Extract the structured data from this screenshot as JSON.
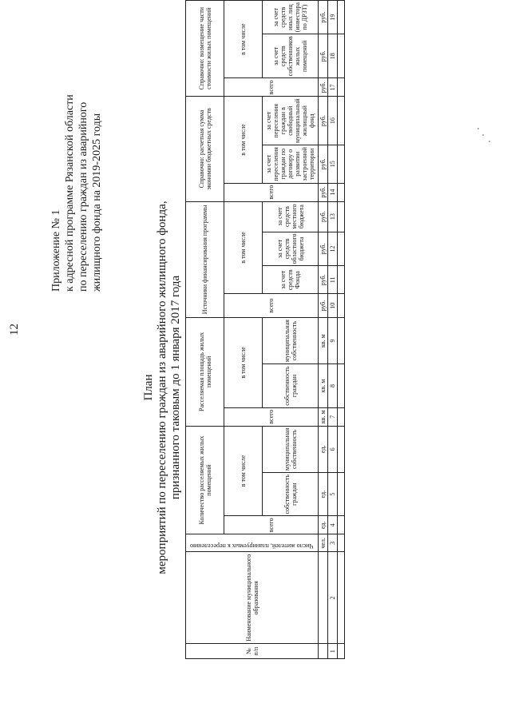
{
  "page_number": "12",
  "appendix": {
    "line1": "Приложение № 1",
    "line2": "к адресной программе Рязанской области",
    "line3": "по переселению граждан из аварийного",
    "line4": "жилищного фонда на 2019-2025 годы"
  },
  "plan": {
    "title": "План",
    "line1": "мероприятий по переселению граждан из аварийного жилищного фонда,",
    "line2": "признанного таковым до 1 января 2017 года"
  },
  "table": {
    "col_num": "№ п/п",
    "col_name": "Наименование муниципального образования",
    "col_residents": "Число жителей, планируемых к переселению",
    "group_count": "Количество расселяемых жилых помещений",
    "group_area": "Расселяемая площадь жилых помещений",
    "group_sources": "Источники финансирования программы",
    "group_budget": "Справочно: расчетная сумма экономии бюджетных средств",
    "group_excess": "Справочно: возмещение части стоимости жилых помещений",
    "total": "всего",
    "including": "в том числе",
    "owner_citizens": "собственность граждан",
    "municipal": "муниципальная собственность",
    "fund": "за счет средств Фонда",
    "regional": "за счет средств областного бюджета",
    "local": "за счет средств местного бюджета",
    "budget_dev": "за счет переселения граждан по договору о развитии застроенной территории",
    "budget_free": "за счет переселения граждан в свободный муниципальный жилищный фонд",
    "excess_own": "за счет средств собственников жилых помещений",
    "excess_other": "за счет средств иных лиц (инвестора по ДРЗТ)",
    "units": [
      "чел.",
      "ед.",
      "ед.",
      "ед.",
      "кв. м",
      "кв. м",
      "кв. м",
      "руб.",
      "руб.",
      "руб.",
      "руб.",
      "руб.",
      "руб.",
      "руб.",
      "руб.",
      "руб.",
      "руб."
    ],
    "numbers": [
      "1",
      "2",
      "3",
      "4",
      "5",
      "6",
      "7",
      "8",
      "9",
      "10",
      "11",
      "12",
      "13",
      "14",
      "15",
      "16",
      "17",
      "18",
      "19"
    ]
  }
}
